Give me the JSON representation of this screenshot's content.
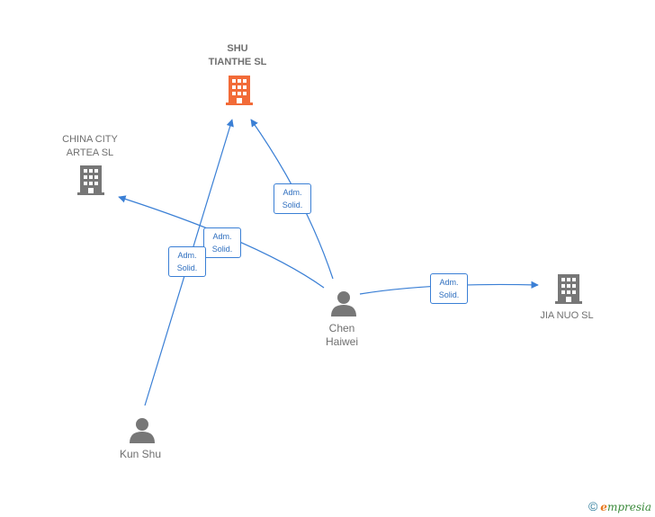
{
  "nodes": {
    "shu_tianthe": {
      "label": "SHU\nTIANTHE  SL",
      "kind": "company",
      "color": "#f26b38"
    },
    "china_city": {
      "label": "CHINA CITY\nARTEA  SL",
      "kind": "company",
      "color": "#777777"
    },
    "jia_nuo": {
      "label": "JIA NUO SL",
      "kind": "company",
      "color": "#777777"
    },
    "chen_haiwei": {
      "label": "Chen\nHaiwei",
      "kind": "person",
      "color": "#777777"
    },
    "kun_shu": {
      "label": "Kun Shu",
      "kind": "person",
      "color": "#777777"
    }
  },
  "edges": [
    {
      "from": "chen_haiwei",
      "to": "shu_tianthe",
      "label": "Adm.\nSolid."
    },
    {
      "from": "chen_haiwei",
      "to": "china_city",
      "label": "Adm.\nSolid."
    },
    {
      "from": "kun_shu",
      "to": "shu_tianthe",
      "label": "Adm.\nSolid."
    },
    {
      "from": "chen_haiwei",
      "to": "jia_nuo",
      "label": "Adm.\nSolid."
    }
  ],
  "colors": {
    "edge": "#3a7fd5"
  },
  "brand": {
    "symbol": "©",
    "first_letter": "e",
    "rest": "mpresia"
  }
}
